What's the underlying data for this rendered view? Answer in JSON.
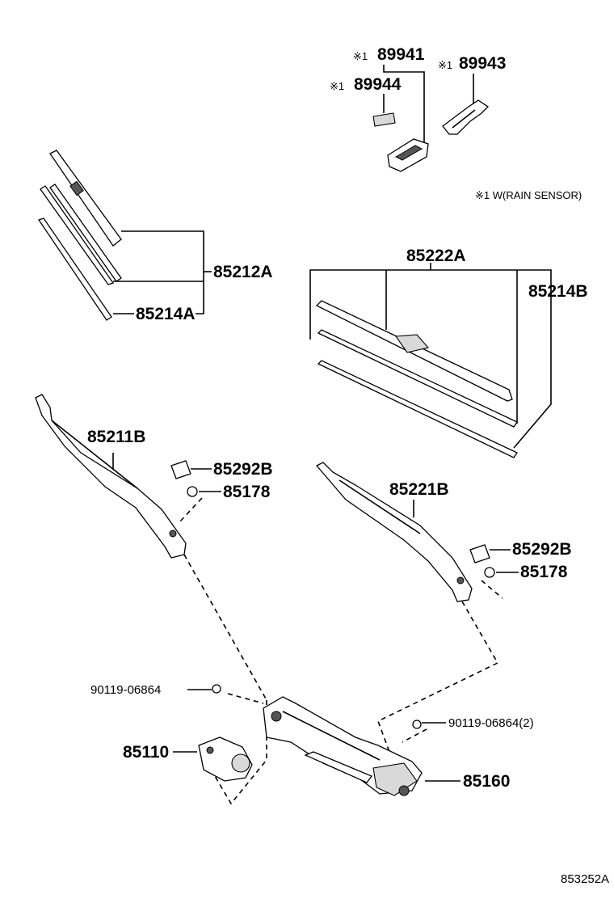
{
  "labels": {
    "p89941": "89941",
    "p89944": "89944",
    "p89943": "89943",
    "p85212A": "85212A",
    "p85214A": "85214A",
    "p85222A": "85222A",
    "p85214B": "85214B",
    "p85211B": "85211B",
    "p85292B_left": "85292B",
    "p85178_left": "85178",
    "p85221B": "85221B",
    "p85292B_right": "85292B",
    "p85178_right": "85178",
    "p90119_left": "90119-06864",
    "p90119_right": "90119-06864(2)",
    "p85110": "85110",
    "p85160": "85160"
  },
  "marks": {
    "m89941": "※1",
    "m89944": "※1",
    "m89943": "※1"
  },
  "note": "※1 W(RAIN SENSOR)",
  "figure_code": "853252A"
}
